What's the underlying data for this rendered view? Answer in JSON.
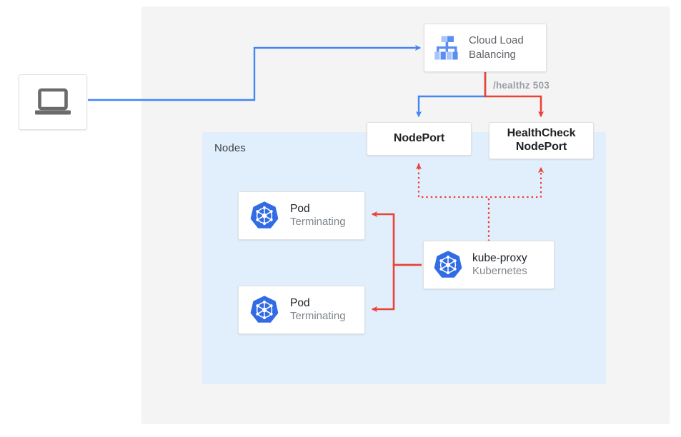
{
  "diagram": {
    "outer_region_label": "",
    "nodes_region": {
      "label": "Nodes"
    },
    "client": {
      "icon": "laptop-icon"
    },
    "load_balancer": {
      "icon": "cloud-load-balancing-icon",
      "title_line1": "Cloud Load",
      "title_line2": "Balancing"
    },
    "health_label": "/healthz 503",
    "nodeport": {
      "label": "NodePort"
    },
    "healthcheck_nodeport": {
      "label_line1": "HealthCheck",
      "label_line2": "NodePort"
    },
    "pods": [
      {
        "icon": "kubernetes-icon",
        "title": "Pod",
        "status": "Terminating"
      },
      {
        "icon": "kubernetes-icon",
        "title": "Pod",
        "status": "Terminating"
      }
    ],
    "kube_proxy": {
      "icon": "kubernetes-icon",
      "title": "kube-proxy",
      "subtitle": "Kubernetes"
    },
    "colors": {
      "traffic_blue": "#4285f4",
      "health_red": "#ea4335",
      "nodes_region_bg": "#e1effc",
      "outer_bg": "#f4f4f4",
      "kubernetes_blue": "#326ce5",
      "muted_text": "#80868b"
    }
  }
}
